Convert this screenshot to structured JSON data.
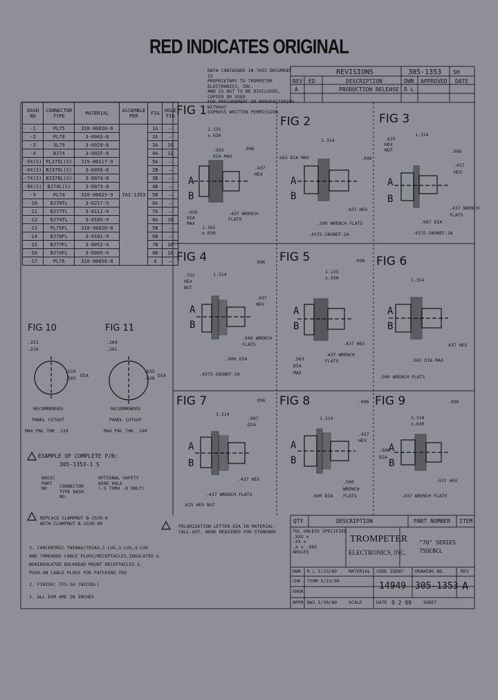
{
  "header": "RED INDICATES ORIGINAL",
  "proprietary_note": [
    "DATA CONTAINED IN THIS DOCUMENT IS",
    "PROPRIETARY TO TROMPETER ELECTRONICS, INC.",
    "AND IS NOT TO BE DISCLOSED, COPIED OR USED",
    "FOR PROCUREMENT OR MANUFACTURING WITHOUT",
    "EXPRESS WRITTEN PERMISSION."
  ],
  "revisions": {
    "title": "REVISIONS",
    "dwg_no": "305-1353",
    "sh": "SH",
    "cols": [
      "REV",
      "ED",
      "DESCRIPTION",
      "DWN",
      "APPROVED",
      "DATE"
    ],
    "row": [
      "A",
      "",
      "PRODUCTION RELEASE",
      "R L",
      "",
      ""
    ]
  },
  "dash_table": {
    "headers": [
      "DASH NO",
      "CONNECTOR TYPE",
      "MATERIAL",
      "ASSEMBLE PER",
      "FIG",
      "HOLE FIG"
    ],
    "assemble_per": "TAI-1353",
    "rows": [
      [
        "-1",
        "PL75",
        "310-00026-8",
        "1A",
        "—"
      ],
      [
        "-2",
        "PL70",
        "3-0043-8",
        "2A",
        "—"
      ],
      [
        "-3",
        "3L79",
        "3-0029-8",
        "3A",
        "10"
      ],
      [
        "-4",
        "BJ74",
        "3-0025-8",
        "4A",
        "11"
      ],
      [
        "-5X(S)",
        "PL375L(S)",
        "315-00117-9",
        "5A",
        "—"
      ],
      [
        "-6X(S)",
        "BJ370L(S)",
        "3-0056-8",
        "2B",
        "—"
      ],
      [
        "-7X(S)",
        "BJ378L(S)",
        "3-0074-8",
        "3B",
        "—"
      ],
      [
        "-8X(S)",
        "BJ74L(S)",
        "3-0073-8",
        "4B",
        "—"
      ],
      [
        "-9",
        "PL74",
        "310-00025-9",
        "5B",
        "—"
      ],
      [
        "-10",
        "BJ70TL",
        "3-0217-9",
        "6A",
        "—"
      ],
      [
        "-11",
        "BJ77TL",
        "3-0112-9",
        "7A",
        "—"
      ],
      [
        "-12",
        "BJ74TL",
        "3-0105-9",
        "8A",
        "10"
      ],
      [
        "-13",
        "PL75FL",
        "310-00026-8",
        "5B",
        "—"
      ],
      [
        "-14",
        "BJ70FL",
        "3-0101-9",
        "6B",
        "—"
      ],
      [
        "-15",
        "BJ77FL",
        "3-0052-9",
        "7B",
        "10"
      ],
      [
        "-16",
        "BJ74FL",
        "3-0099-9",
        "8B",
        "10"
      ],
      [
        "-17",
        "PL76",
        "310-00056-8",
        "9",
        "—"
      ]
    ]
  },
  "figures": {
    "fig1": {
      "label": "FIG 1",
      "dims": [
        "1.135",
        "±.030",
        ".563",
        "DIA MAX",
        ".096",
        ".437",
        "HEX",
        ".650",
        "DIA",
        "MAX",
        "1.165",
        "±.030",
        ".437 WRENCH",
        "FLATS"
      ]
    },
    "fig2": {
      "label": "FIG 2",
      "dims": [
        "1.314",
        ".563 DIA MAX",
        ".096",
        ".437 HEX",
        ".500 WRENCH FLATS",
        ".4375-28UNEF-2A"
      ]
    },
    "fig3": {
      "label": "FIG 3",
      "dims": [
        ".625",
        "HEX",
        "NUT",
        "1.314",
        ".096",
        ".437",
        "HEX",
        ".437 WRENCH",
        "FLATS",
        ".687 DIA",
        ".4375-28UNEF-2A"
      ]
    },
    "fig4": {
      "label": "FIG 4",
      "dims": [
        ".752",
        "HEX",
        "NUT",
        "1.314",
        ".096",
        ".437",
        "HEX",
        ".500 WRENCH",
        "FLATS",
        ".600 DIA",
        ".4375-28UNEF-2A"
      ]
    },
    "fig5": {
      "label": "FIG 5",
      "dims": [
        "1.135",
        "±.030",
        ".096",
        ".437 HEX",
        ".437 WRENCH",
        "FLATS",
        ".563",
        "DIA",
        "MAX"
      ]
    },
    "fig6": {
      "label": "FIG 6",
      "dims": [
        "1.314",
        ".437 HEX",
        ".563 DIA MAX",
        ".500 WRENCH FLATS"
      ]
    },
    "fig7": {
      "label": "FIG 7",
      "dims": [
        ".096",
        "1.314",
        ".687",
        "DIA",
        ".437 HEX",
        ".437 WRENCH FLATS",
        ".625 HEX NUT"
      ]
    },
    "fig8": {
      "label": "FIG 8",
      "dims": [
        ".096",
        "1.314",
        ".437",
        "HEX",
        ".500",
        "WRENCH",
        "FLATS",
        ".600 DIA"
      ]
    },
    "fig9": {
      "label": "FIG 9",
      "dims": [
        "1.110",
        "±.030",
        ".096",
        ".500",
        "DIA",
        ".437 HEX",
        ".437 WRENCH FLATS"
      ]
    },
    "fig10": {
      "label": "FIG 10",
      "dims": [
        ".221",
        ".216",
        ".510",
        ".505",
        "DIA",
        "RECOMMENDED",
        "PANEL CUTOUT",
        "MAX PNL THK .139"
      ]
    },
    "fig11": {
      "label": "FIG 11",
      "dims": [
        ".284",
        ".281",
        ".635",
        ".630",
        "DIA",
        "RECOMMENDED",
        "PANEL CUTOUT",
        "MAX PNL THK .140"
      ]
    }
  },
  "notes": {
    "example_title": "EXAMPLE OF COMPLETE P/N:",
    "example_pn": "305-1353-1 S",
    "basic": [
      "BASIC",
      "PART",
      "NO."
    ],
    "connector": [
      "CONNECTOR",
      "TYPE DASH",
      "NO."
    ],
    "optional": [
      "OPTIONAL SAFETY",
      "WIRE HOLE",
      "(-5 THRU -8 ONLY)"
    ],
    "note4": [
      "REPLACE CLAMPNUT B-1530-8",
      "WITH CLAMPNUT B-1530-88"
    ],
    "polarization": [
      "POLARIZATION LETTER DIA IN MATERIAL",
      "CALL-OUT. NONE REQUIRED FOR STANDARD"
    ],
    "note3": [
      "3. CONCENTRIC TWINAX/TRIAX,2-LUG,3-LUG,4-LUG",
      "AND THREADED CABLE PLUGS/RECEPTACLES,INSULATED &",
      "NONINSULATED BULKHEAD MOUNT RECEPTACLES &",
      "PUSH-ON CABLE PLUGS FOR PATCHING 75Ω"
    ],
    "note2": "2. FINISH: TFS-1A (NICKEL)",
    "note1": "1. ALL DIM ARE IN INCHES"
  },
  "title_block": {
    "list_cols": [
      "QTY",
      "DESCRIPTION",
      "PART NUMBER",
      "ITEM"
    ],
    "tol_title": "TOL UNLESS SPECIFIED",
    "tol_lines": [
      ".XXX ±",
      ".XX ±",
      ".X ± .005",
      "ANGLES"
    ],
    "company": "TROMPETER",
    "company2": "ELECTRONICS, INC.",
    "series": "\"70\" SERIES",
    "series2": "75ΩCBCL",
    "rows": [
      {
        "k": "DWN",
        "v": "R L  5/23/89"
      },
      {
        "k": "CHK",
        "v": "TYWM 5/21/89"
      },
      {
        "k": "ENGR",
        "v": ""
      },
      {
        "k": "APPR",
        "v": "DWJ 5/30/89"
      }
    ],
    "material": "MATERIAL",
    "code_ident": "CODE IDENT",
    "code": "14949",
    "drawing_no_label": "DRAWING NO.",
    "drawing_no": "305-1353",
    "rev_label": "REV",
    "rev": "A",
    "scale": "SCALE",
    "date_label": "DATE",
    "date": "9 2 89",
    "sheet": "SHEET"
  }
}
